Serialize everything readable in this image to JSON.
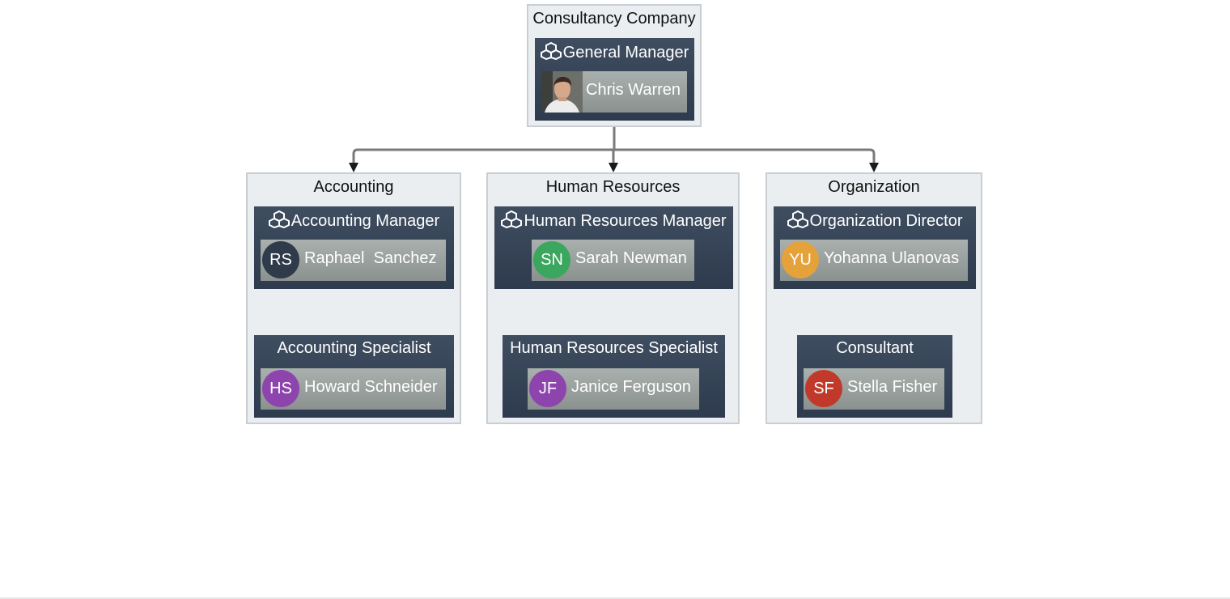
{
  "groups": {
    "company": {
      "title": "Consultancy Company"
    },
    "accounting": {
      "title": "Accounting"
    },
    "hr": {
      "title": "Human Resources"
    },
    "org": {
      "title": "Organization"
    }
  },
  "roles": {
    "general_manager": {
      "title": "General Manager",
      "person": "Chris Warren"
    },
    "accounting_manager": {
      "title": "Accounting Manager",
      "person": "Raphael  Sanchez",
      "initials": "RS",
      "color": "#2f3a4b"
    },
    "accounting_specialist": {
      "title": "Accounting Specialist",
      "person": "Howard Schneider",
      "initials": "HS",
      "color": "#8e44ad"
    },
    "hr_manager": {
      "title": "Human Resources Manager",
      "person": "Sarah Newman",
      "initials": "SN",
      "color": "#3aa65e"
    },
    "hr_specialist": {
      "title": "Human Resources Specialist",
      "person": "Janice Ferguson",
      "initials": "JF",
      "color": "#8e44ad"
    },
    "org_director": {
      "title": "Organization Director",
      "person": "Yohanna Ulanovas",
      "initials": "YU",
      "color": "#e5a23b"
    },
    "consultant": {
      "title": "Consultant",
      "person": "Stella Fisher",
      "initials": "SF",
      "color": "#c0392b"
    }
  },
  "icons": {
    "manager_icon": "cubes-icon"
  }
}
